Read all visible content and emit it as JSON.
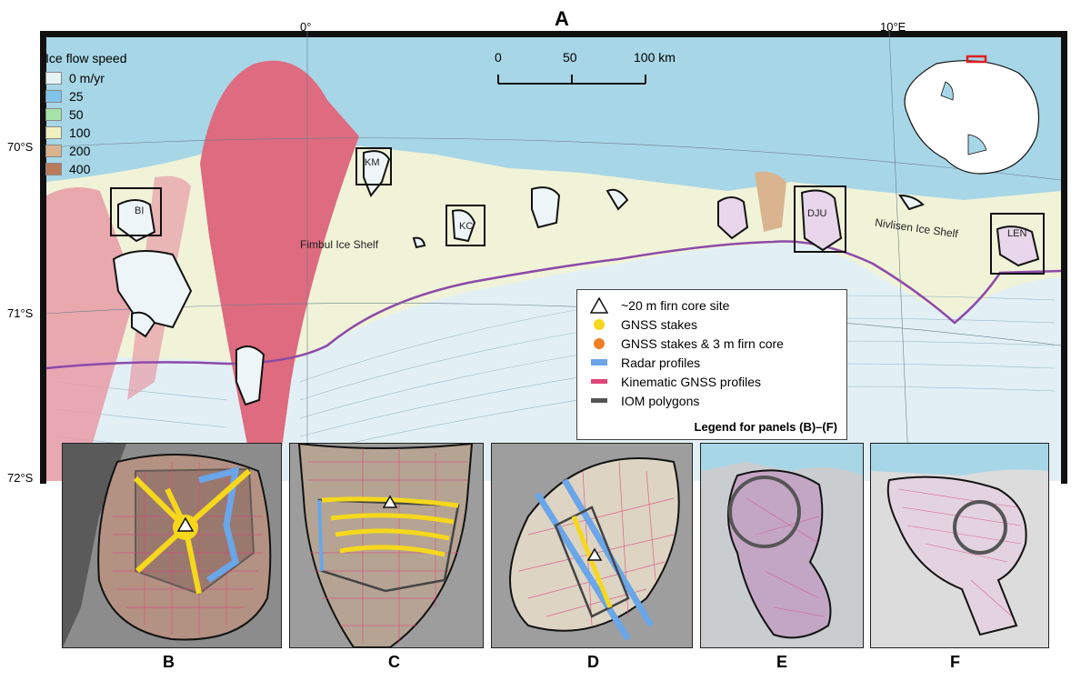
{
  "panel_a": {
    "label": "A",
    "longitude_labels": [
      "0°",
      "10°E"
    ],
    "latitude_labels": [
      "70°S",
      "71°S",
      "72°S"
    ],
    "scale_bar": {
      "ticks": [
        "0",
        "50",
        "100 km"
      ]
    },
    "study_sites": [
      "BI",
      "KM",
      "KC",
      "DJU",
      "LEN"
    ],
    "ice_shelves": [
      "Fimbul Ice Shelf",
      "Nivlisen Ice Shelf"
    ]
  },
  "ice_flow_legend": {
    "title": "Ice flow speed",
    "entries": [
      {
        "label": "0 m/yr",
        "color": "#e6f4f6"
      },
      {
        "label": "25",
        "color": "#7fc4ec"
      },
      {
        "label": "50",
        "color": "#a7e3a8"
      },
      {
        "label": "100",
        "color": "#f0f0c0"
      },
      {
        "label": "200",
        "color": "#d9b48f"
      },
      {
        "label": "400",
        "color": "#b97a5a"
      }
    ]
  },
  "symbol_legend": {
    "title": "Legend for panels (B)–(F)",
    "entries": [
      {
        "label": "~20 m firn core site",
        "marker": "triangle-icon"
      },
      {
        "label": "GNSS stakes",
        "marker": "yellow-dot-icon",
        "color": "#f5d81c"
      },
      {
        "label": "GNSS stakes & 3 m firn core",
        "marker": "orange-dot-icon",
        "color": "#f07f24"
      },
      {
        "label": "Radar profiles",
        "marker": "blue-line-icon",
        "color": "#6aa6e8"
      },
      {
        "label": "Kinematic GNSS profiles",
        "marker": "pink-line-icon",
        "color": "#e0457a"
      },
      {
        "label": "IOM polygons",
        "marker": "gray-line-icon",
        "color": "#555555"
      }
    ]
  },
  "detail_panels": [
    "B",
    "C",
    "D",
    "E",
    "F"
  ],
  "colors": {
    "ocean": "#a7d6e7",
    "shelf_pink": "#de6b7f",
    "grounding_line": "#8d4aa8",
    "ice_grounded": "#e2f0f6"
  }
}
